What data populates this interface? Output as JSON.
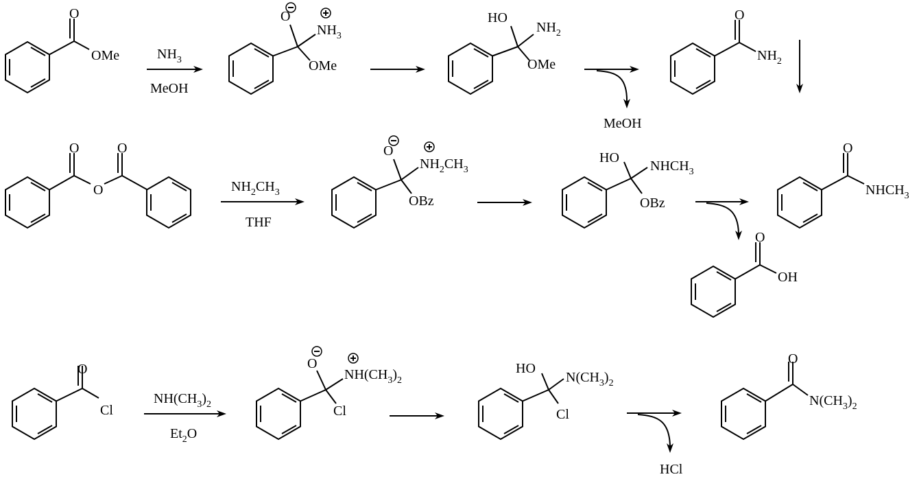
{
  "rows": [
    {
      "name": "ester-aminolysis",
      "reactant": {
        "ring_label": "",
        "substituent": "OMe"
      },
      "reagent": {
        "reagent": "NH3",
        "solvent": "MeOH"
      },
      "tetrahedral_intermediate": {
        "top": "O",
        "amine": "NH3",
        "leaving_group": "OMe"
      },
      "neutral_intermediate": {
        "hydroxy": "HO",
        "amine": "NH2",
        "leaving_group": "OMe"
      },
      "byproduct": "MeOH",
      "product": {
        "amide_group": "NH2"
      }
    },
    {
      "name": "anhydride-aminolysis",
      "reactant": {
        "bridge": "O"
      },
      "reagent": {
        "reagent": "NH2CH3",
        "solvent": "THF"
      },
      "tetrahedral_intermediate": {
        "top": "O",
        "amine": "NH2CH3",
        "leaving_group": "OBz"
      },
      "neutral_intermediate": {
        "hydroxy": "HO",
        "amine": "NHCH3",
        "leaving_group": "OBz"
      },
      "byproduct_acid": "OH",
      "product": {
        "amide_group": "NHCH3"
      }
    },
    {
      "name": "acid-chloride-aminolysis",
      "reactant": {
        "substituent": "Cl"
      },
      "reagent": {
        "reagent": "NH(CH3)2",
        "solvent": "Et2O"
      },
      "tetrahedral_intermediate": {
        "top": "O",
        "amine": "NH(CH3)2",
        "leaving_group": "Cl"
      },
      "neutral_intermediate": {
        "hydroxy": "HO",
        "amine": "N(CH3)2",
        "leaving_group": "Cl"
      },
      "byproduct": "HCl",
      "product": {
        "amide_group": "N(CH3)2"
      }
    }
  ],
  "atom_labels": {
    "carbonyl_o": "O",
    "minus": "−",
    "plus": "+"
  }
}
